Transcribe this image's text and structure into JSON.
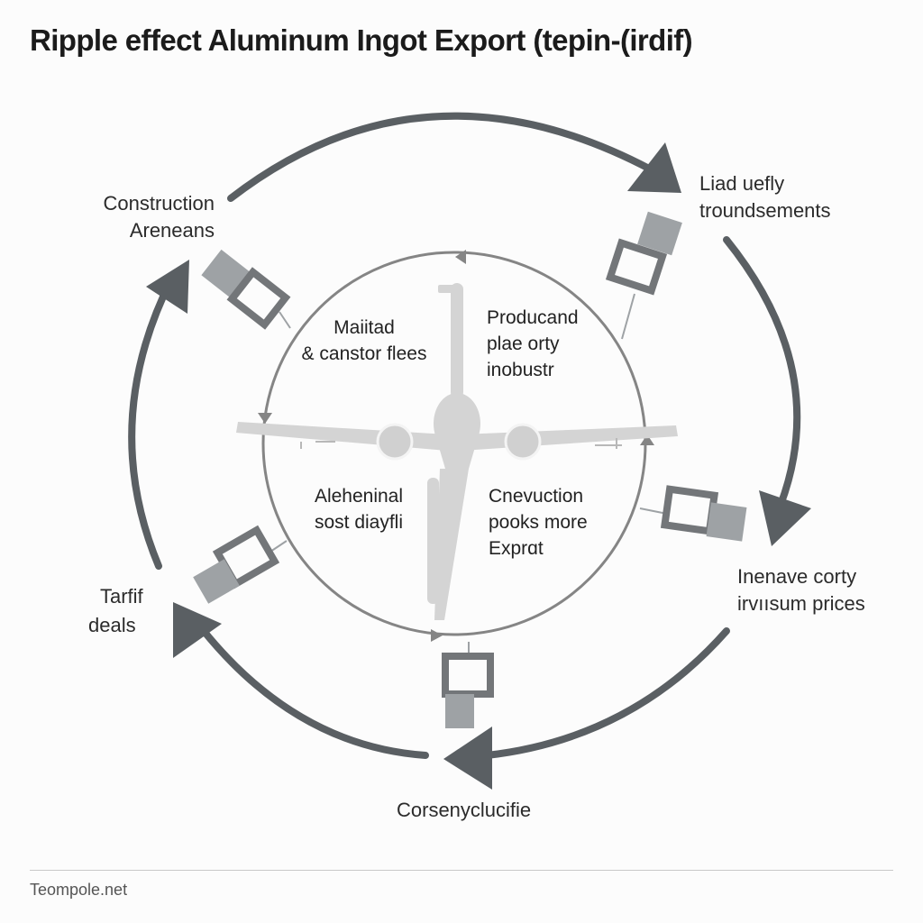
{
  "title": "Ripple effect Aluminum Ingot Export (tepin-(irdif)",
  "outer_nodes": {
    "top_left": [
      "Construction",
      "Areneans"
    ],
    "top_right": [
      "Liad uefly",
      "troundsements"
    ],
    "bottom_right": [
      "Inenave corty",
      "irvıısum prices"
    ],
    "bottom": [
      "Corsenyclucifie"
    ],
    "bottom_left": [
      "Tarfif",
      "deals"
    ]
  },
  "inner_quadrants": {
    "top_left": [
      "Maiitad",
      "& canstor flees"
    ],
    "top_right": [
      "Producand",
      "plae orty",
      "inobustr"
    ],
    "bottom_left": [
      "Aleheninal",
      "sost diayfli"
    ],
    "bottom_right": [
      "Cnevuction",
      "pooks more",
      "Exprɑt"
    ]
  },
  "icons": {
    "center": "airplane-icon",
    "connectors": "ingot-block-icon"
  },
  "colors": {
    "background": "#fcfcfc",
    "arrow": "#5a5f63",
    "circle": "#858585",
    "airplane": "#d4d4d4",
    "ingot_light": "#9ea2a5",
    "ingot_dark": "#737679"
  },
  "footer": "Teompole.net"
}
